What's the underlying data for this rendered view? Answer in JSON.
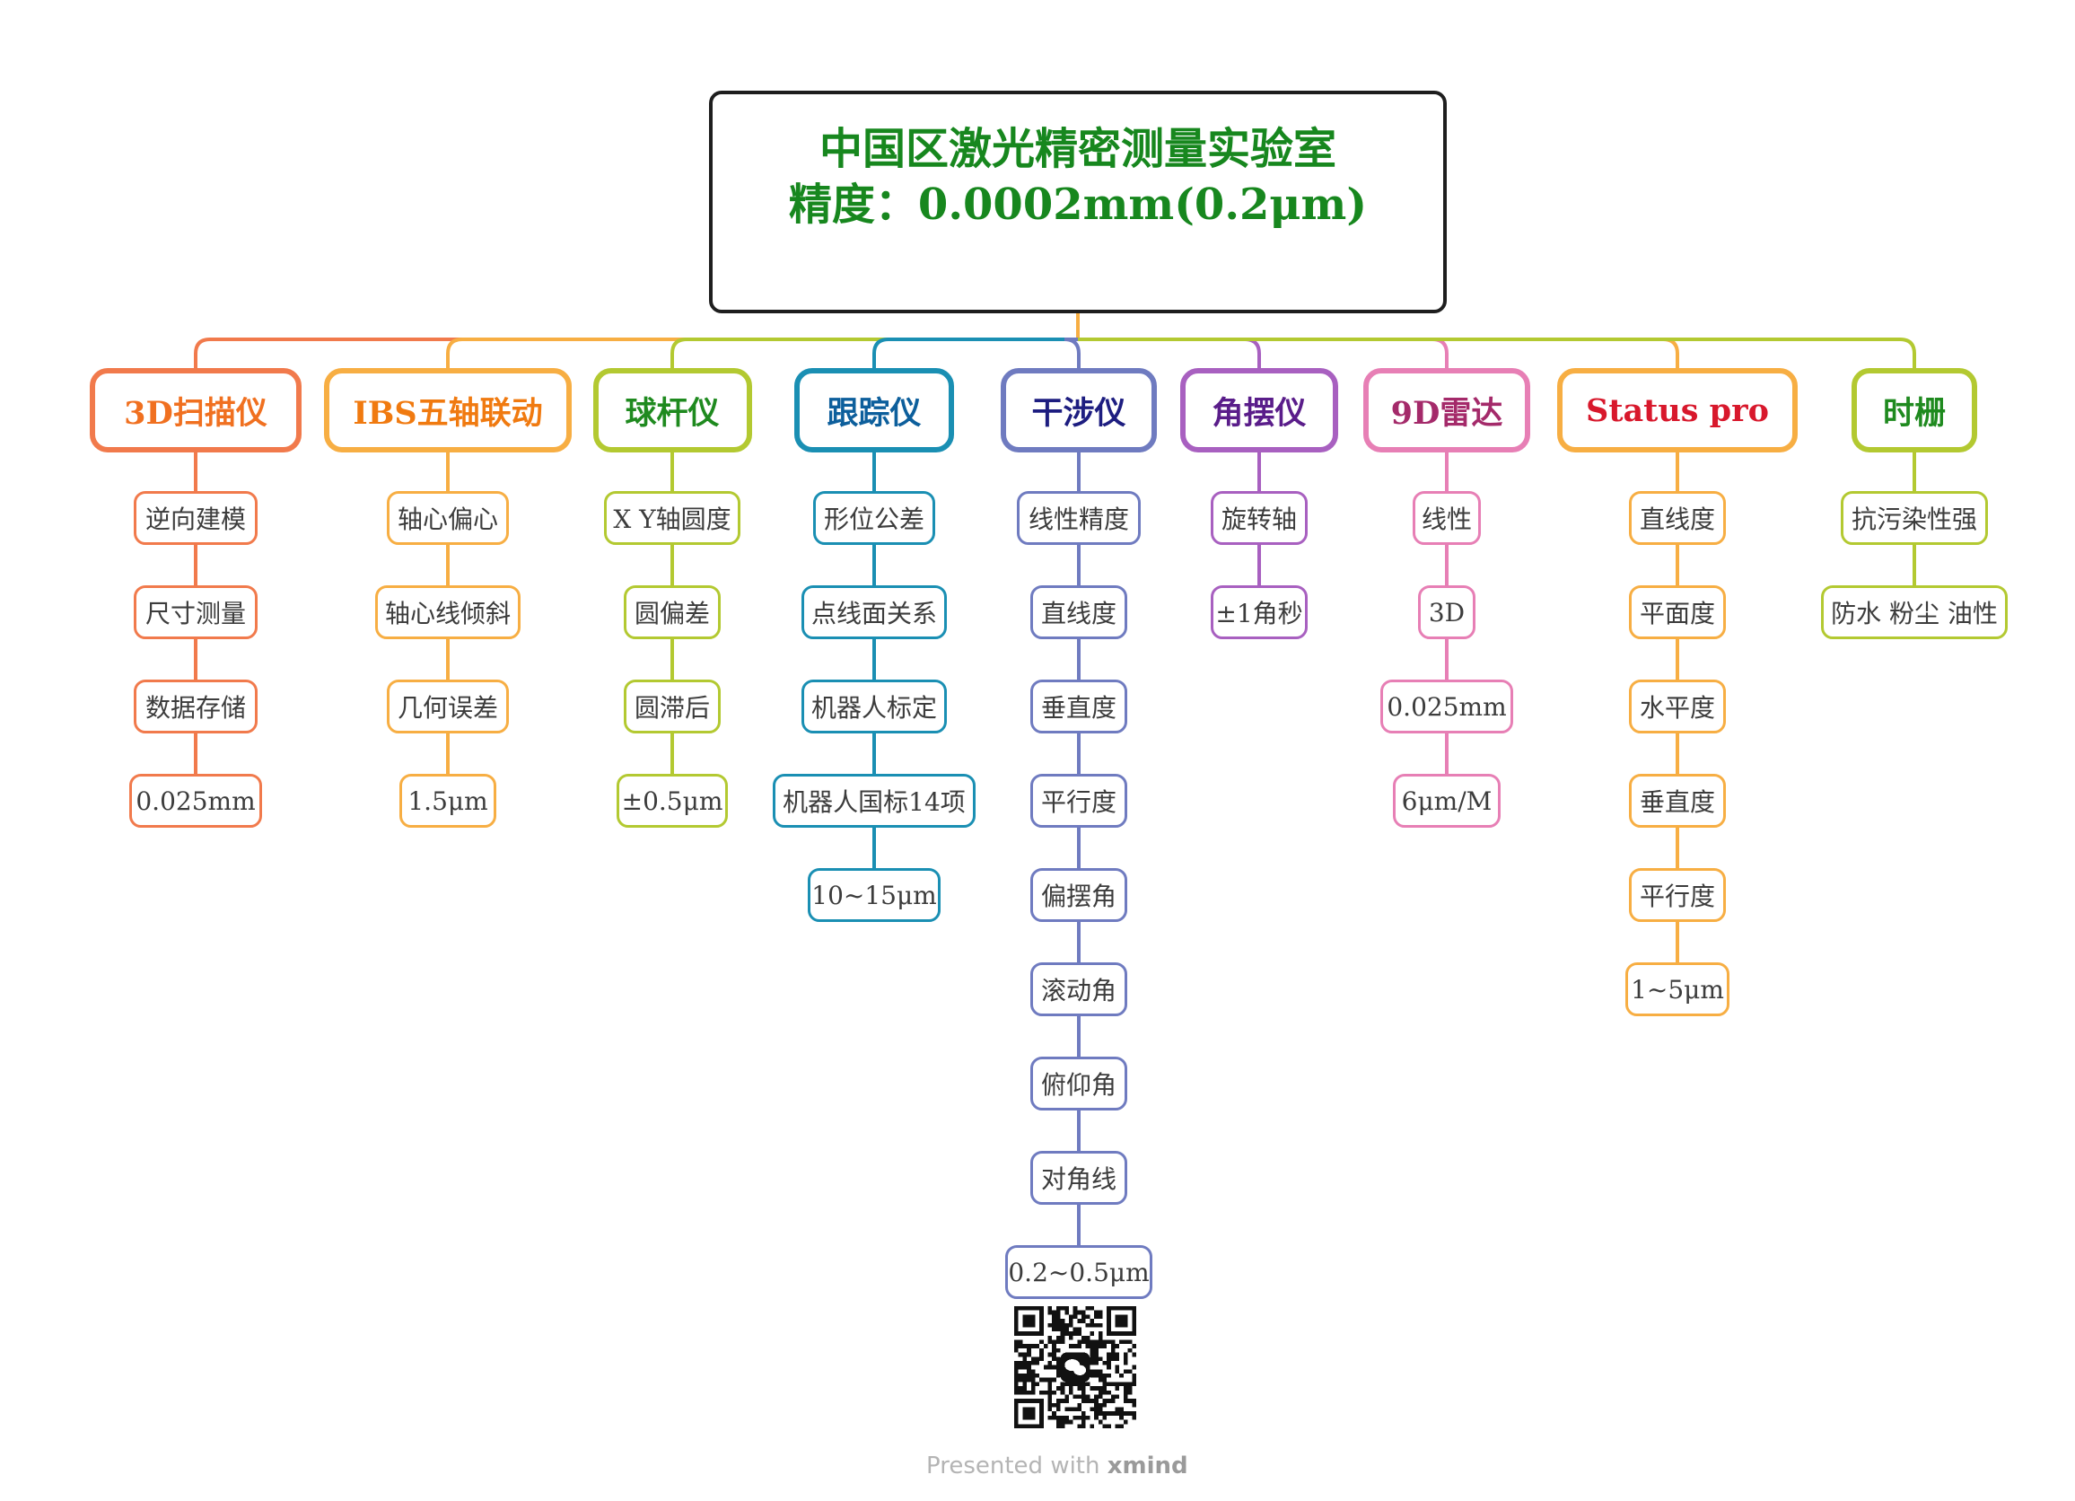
{
  "root": {
    "line1": "中国区激光精密测量实验室",
    "line2": "精度：0.0002mm(0.2μm)"
  },
  "branches": [
    {
      "title": "3D扫描仪",
      "color": "#f17a4c",
      "text_color": "#f07020",
      "children": [
        "逆向建模",
        "尺寸测量",
        "数据存储",
        "0.025mm"
      ]
    },
    {
      "title": "IBS五轴联动",
      "color": "#f7ae43",
      "text_color": "#f07a10",
      "children": [
        "轴心偏心",
        "轴心线倾斜",
        "几何误差",
        "1.5μm"
      ]
    },
    {
      "title": "球杆仪",
      "color": "#b3c931",
      "text_color": "#1f8a1f",
      "children": [
        "X Y轴圆度",
        "圆偏差",
        "圆滞后",
        "±0.5μm"
      ]
    },
    {
      "title": "跟踪仪",
      "color": "#1a8fb3",
      "text_color": "#0d5f9c",
      "children": [
        "形位公差",
        "点线面关系",
        "机器人标定",
        "机器人国标14项",
        "10~15μm"
      ]
    },
    {
      "title": "干涉仪",
      "color": "#6f7bc0",
      "text_color": "#1d1d80",
      "children": [
        "线性精度",
        "直线度",
        "垂直度",
        "平行度",
        "偏摆角",
        "滚动角",
        "俯仰角",
        "对角线",
        "0.2~0.5μm"
      ]
    },
    {
      "title": "角摆仪",
      "color": "#a860c0",
      "text_color": "#5a1d8a",
      "children": [
        "旋转轴",
        "±1角秒"
      ]
    },
    {
      "title": "9D雷达",
      "color": "#e77fb5",
      "text_color": "#a42a6a",
      "children": [
        "线性",
        "3D",
        "0.025mm",
        "6μm/M"
      ]
    },
    {
      "title": "Status pro",
      "color": "#f7ae43",
      "text_color": "#d8182c",
      "children": [
        "直线度",
        "平面度",
        "水平度",
        "垂直度",
        "平行度",
        "1~5μm"
      ]
    },
    {
      "title": "时栅",
      "color": "#b3c931",
      "text_color": "#1f8a1f",
      "children": [
        "抗污染性强",
        "防水 粉尘 油性"
      ]
    }
  ],
  "footer": {
    "prefix": "Presented with",
    "brand": "xmind"
  }
}
